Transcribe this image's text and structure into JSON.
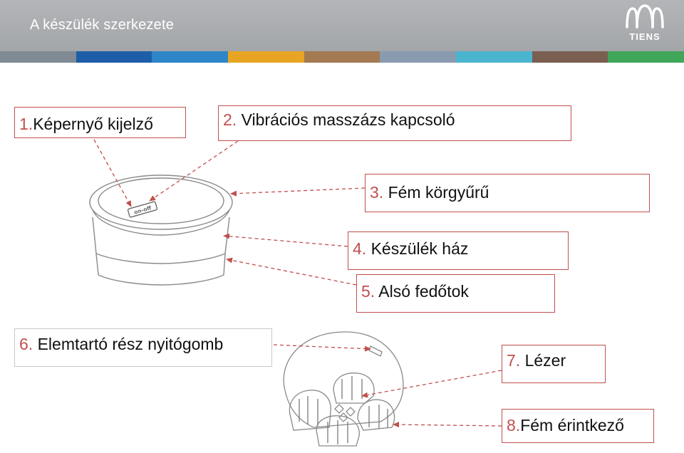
{
  "header": {
    "title": "A készülék szerkezete",
    "logo_text": "TIENS"
  },
  "device": {
    "switch_text": "on-off"
  },
  "stripe_colors": [
    "#7f8a94",
    "#1e5ea8",
    "#2e86c8",
    "#e8a524",
    "#a37a52",
    "#8a9bb0",
    "#4bb5cf",
    "#7a5f50",
    "#3fa65a"
  ],
  "accent_color": "#c0504d",
  "labels": [
    {
      "num": "1.",
      "text": "Képernyő kijelző"
    },
    {
      "num": "2.",
      "text": " Vibrációs masszázs kapcsoló"
    },
    {
      "num": "3.",
      "text": " Fém körgyűrű"
    },
    {
      "num": "4.",
      "text": " Készülék ház"
    },
    {
      "num": "5.",
      "text": " Alsó fedőtok"
    },
    {
      "num": "6.",
      "text": " Elemtartó rész nyitógomb"
    },
    {
      "num": "7.",
      "text": "  Lézer"
    },
    {
      "num": "8.",
      "text": "Fém érintkező"
    }
  ]
}
